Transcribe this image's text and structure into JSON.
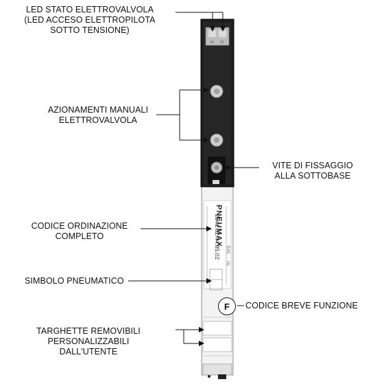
{
  "labels": {
    "led": [
      "LED STATO ELETTROVALVOLA",
      "(LED ACCESO ELETTROPILOTA",
      "SOTTO TENSIONE)"
    ],
    "manual": [
      "AZIONAMENTI MANUALI",
      "ELETTROVALVOLA"
    ],
    "screw": [
      "VITE DI FISSAGGIO",
      "ALLA SOTTOBASE"
    ],
    "order_code": [
      "CODICE ORDINAZIONE",
      "COMPLETO"
    ],
    "symbol": "SIMBOLO PNEUMATICO",
    "function_code": "CODICE BREVE FUNZIONE",
    "tags": [
      "TARGHETTE REMOVIBILI",
      "PERSONALIZZABILI",
      "DALL'UTENTE"
    ]
  },
  "device": {
    "brand": "PNEUMAX",
    "code": "2241.62.44.35.02",
    "function_letter": "F"
  }
}
